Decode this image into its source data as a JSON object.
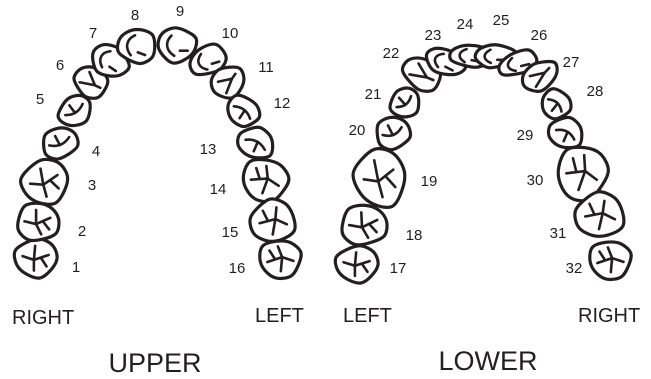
{
  "upper": {
    "title": "UPPER",
    "left_side_label": "RIGHT",
    "right_side_label": "LEFT",
    "teeth": [
      {
        "number": "1",
        "kind": "molar"
      },
      {
        "number": "2",
        "kind": "molar"
      },
      {
        "number": "3",
        "kind": "molar"
      },
      {
        "number": "4",
        "kind": "premolar"
      },
      {
        "number": "5",
        "kind": "premolar"
      },
      {
        "number": "6",
        "kind": "canine"
      },
      {
        "number": "7",
        "kind": "incisor"
      },
      {
        "number": "8",
        "kind": "incisor"
      },
      {
        "number": "9",
        "kind": "incisor"
      },
      {
        "number": "10",
        "kind": "incisor"
      },
      {
        "number": "11",
        "kind": "canine"
      },
      {
        "number": "12",
        "kind": "premolar"
      },
      {
        "number": "13",
        "kind": "premolar"
      },
      {
        "number": "14",
        "kind": "molar"
      },
      {
        "number": "15",
        "kind": "molar"
      },
      {
        "number": "16",
        "kind": "molar"
      }
    ]
  },
  "lower": {
    "title": "LOWER",
    "left_side_label": "LEFT",
    "right_side_label": "RIGHT",
    "teeth": [
      {
        "number": "17",
        "kind": "molar"
      },
      {
        "number": "18",
        "kind": "molar"
      },
      {
        "number": "19",
        "kind": "molar"
      },
      {
        "number": "20",
        "kind": "premolar"
      },
      {
        "number": "21",
        "kind": "premolar"
      },
      {
        "number": "22",
        "kind": "canine"
      },
      {
        "number": "23",
        "kind": "incisor"
      },
      {
        "number": "24",
        "kind": "incisor"
      },
      {
        "number": "25",
        "kind": "incisor"
      },
      {
        "number": "26",
        "kind": "incisor"
      },
      {
        "number": "27",
        "kind": "canine"
      },
      {
        "number": "28",
        "kind": "premolar"
      },
      {
        "number": "29",
        "kind": "premolar"
      },
      {
        "number": "30",
        "kind": "molar"
      },
      {
        "number": "31",
        "kind": "molar"
      },
      {
        "number": "32",
        "kind": "molar"
      }
    ]
  }
}
